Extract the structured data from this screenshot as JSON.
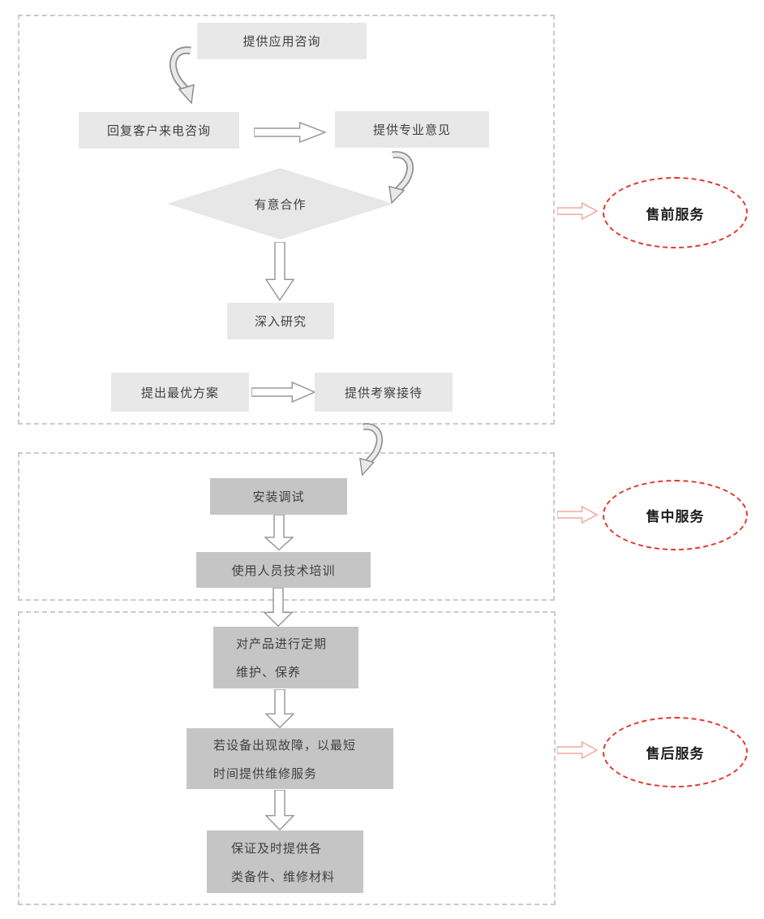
{
  "diagram": {
    "badges": {
      "presale": "售前服务",
      "insale": "售中服务",
      "aftersale": "售后服务"
    },
    "nodes": {
      "app_consult": "提供应用咨询",
      "reply_calls": "回复客户来电咨询",
      "pro_advice": "提供专业意见",
      "decision": "有意合作",
      "research": "深入研究",
      "best_plan": "提出最优方案",
      "site_visit": "提供考察接待",
      "install": "安装调试",
      "training": "使用人员技术培训",
      "maintain_l1": "对产品进行定期",
      "maintain_l2": "维护、保养",
      "repair_l1": "若设备出现故障，以最短",
      "repair_l2": "时间提供维修服务",
      "parts_l1": "保证及时提供各",
      "parts_l2": "类备件、维修材料"
    },
    "colors": {
      "box_light": "#e8e8e8",
      "box_dark": "#c5c5c5",
      "section_border": "#cbcbcb",
      "accent_red": "#e0372b",
      "arrow_outline": "#8f8f8f",
      "text": "#3f3f3f"
    }
  }
}
